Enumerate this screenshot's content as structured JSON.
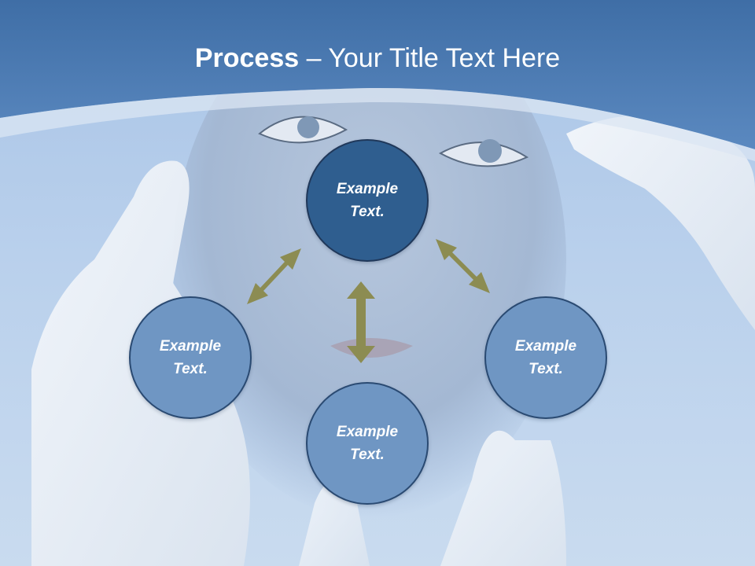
{
  "slide": {
    "title_strong": "Process",
    "title_rest": " – Your Title Text Here",
    "colors": {
      "header_band": "#4f7db3",
      "node_primary": "#2f5e8f",
      "node_secondary": "#6f96c3",
      "arrow": "#8c8c52",
      "text": "#ffffff"
    }
  },
  "diagram": {
    "nodes": [
      {
        "id": "top",
        "text": "Example Text."
      },
      {
        "id": "left",
        "text": "Example Text."
      },
      {
        "id": "bottom",
        "text": "Example Text."
      },
      {
        "id": "right",
        "text": "Example Text."
      }
    ],
    "arrows": [
      {
        "from": "top",
        "to": "left",
        "bidirectional": true
      },
      {
        "from": "top",
        "to": "right",
        "bidirectional": true
      },
      {
        "from": "top",
        "to": "bottom",
        "bidirectional": true
      }
    ]
  }
}
